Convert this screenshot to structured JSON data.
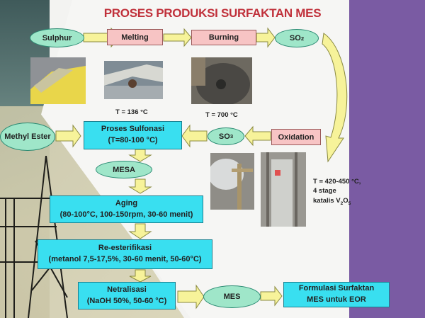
{
  "title": "PROSES PRODUKSI SURFAKTAN MES",
  "nodes": {
    "sulphur": "Sulphur",
    "melting": "Melting",
    "burning": "Burning",
    "so2": "SO",
    "so2_sub": "2",
    "methyl_ester": "Methyl Ester",
    "sulfonasi": "Proses Sulfonasi",
    "sulfonasi_cond": "(T=80-100 °C)",
    "so3": "SO",
    "so3_sub": "3",
    "oxidation": "Oxidation",
    "mesa": "MESA",
    "aging": "Aging",
    "aging_cond": "(80-100°C, 100-150rpm, 30-60 menit)",
    "reester": "Re-esterifikasi",
    "reester_cond": "(metanol 7,5-17,5%, 30-60 menit, 50-60°C)",
    "netral": "Netralisasi",
    "netral_cond": "(NaOH 50%, 50-60 °C)",
    "mes": "MES",
    "formulasi1": "Formulasi Surfaktan",
    "formulasi2": "MES untuk EOR"
  },
  "labels": {
    "t_melting": "T = 136 °C",
    "t_burning": "T = 700 °C",
    "t_oxidation": "T = 420-450 °C,",
    "stage": "4 stage",
    "katalis": "katalis V",
    "v_sub1": "2",
    "o_letter": "O",
    "v_sub2": "5"
  },
  "colors": {
    "title": "#c0303a",
    "ellipse": "#9fe6c9",
    "pink": "#f7c4c4",
    "cyan": "#39dff0",
    "arrow": "#f7f39a",
    "purple": "#7a5ba3"
  }
}
